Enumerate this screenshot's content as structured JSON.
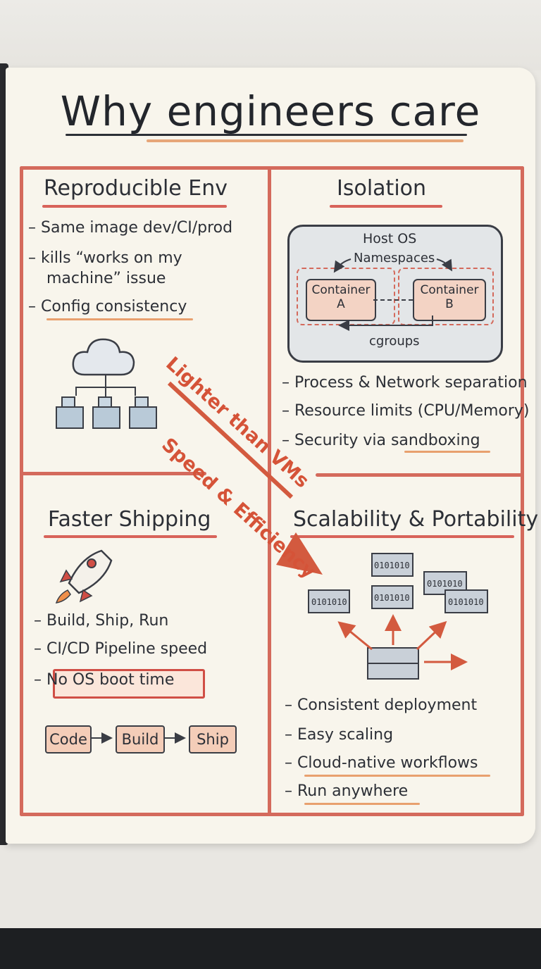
{
  "title": "Why engineers care",
  "sections": {
    "reproducible": {
      "title": "Reproducible Env",
      "bullets": [
        "Same image dev/CI/prod",
        "kills “works on my",
        "machine” issue",
        "Config consistency"
      ]
    },
    "isolation": {
      "title": "Isolation",
      "diagram": {
        "host": "Host OS",
        "namespaces": "Namespaces",
        "container_a": [
          "Container",
          "A"
        ],
        "container_b": [
          "Container",
          "B"
        ],
        "cgroups": "cgroups"
      },
      "bullets": [
        "Process & Network separation",
        "Resource limits (CPU/Memory)",
        "Security via sandboxing"
      ]
    },
    "faster": {
      "title": "Faster Shipping",
      "bullets": [
        "Build, Ship, Run",
        "CI/CD Pipeline speed",
        "No OS boot time"
      ],
      "flow": [
        "Code",
        "Build",
        "Ship"
      ]
    },
    "scalability": {
      "title": "Scalability & Portability",
      "server_label": "0101010",
      "bullets": [
        "Consistent deployment",
        "Easy scaling",
        "Cloud-native workflows",
        "Run anywhere"
      ]
    }
  },
  "diagonal": {
    "line1": "Lighter than VMs",
    "line2": "Speed & Efficiency"
  },
  "colors": {
    "frame_red": "#d46a5c",
    "accent_orange": "#e8a06e",
    "paper": "#f8f5ec",
    "ink": "#2c2f36"
  }
}
